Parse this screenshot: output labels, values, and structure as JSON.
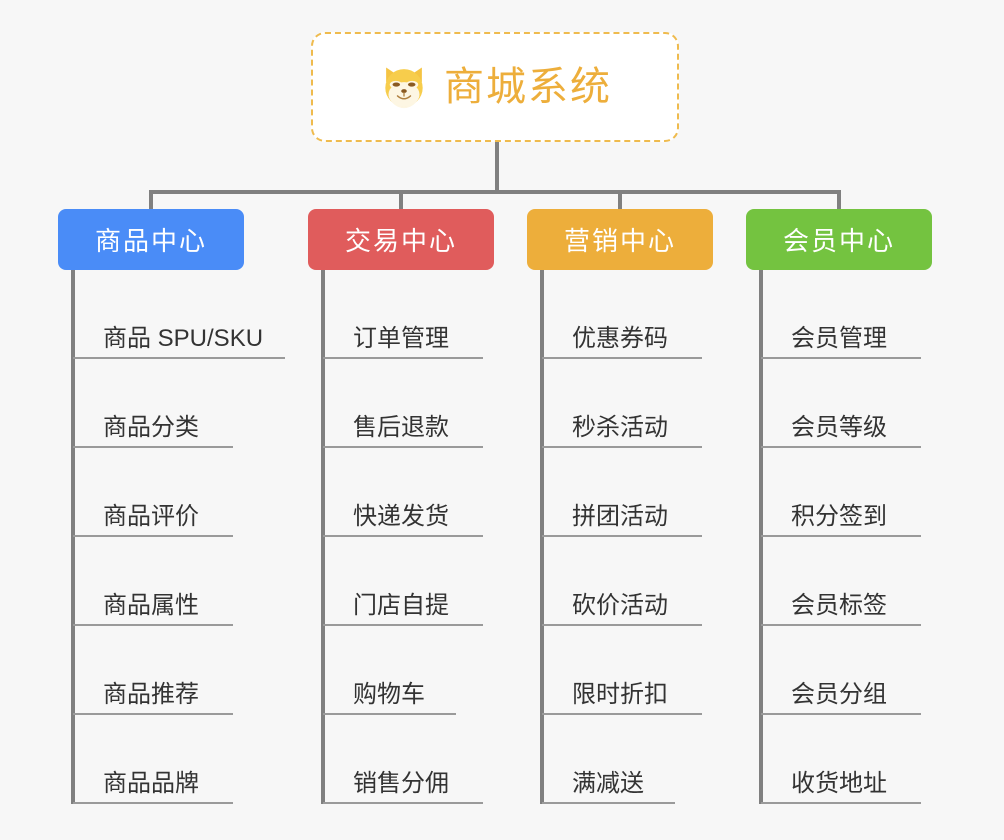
{
  "diagram": {
    "title": "商城系统",
    "type": "mindmap",
    "background_color": "#f7f7f7"
  },
  "root": {
    "label": "商城系统",
    "icon": "shiba-dog-icon",
    "text_color": "#edae3b",
    "border_color": "#efbb4e",
    "fill_color": "#ffffff"
  },
  "connector": {
    "color": "#808080"
  },
  "branches": [
    {
      "label": "商品中心",
      "color": "#4a8cf7",
      "items": [
        "商品 SPU/SKU",
        "商品分类",
        "商品评价",
        "商品属性",
        "商品推荐",
        "商品品牌"
      ]
    },
    {
      "label": "交易中心",
      "color": "#e05c5c",
      "items": [
        "订单管理",
        "售后退款",
        "快递发货",
        "门店自提",
        "购物车",
        "销售分佣"
      ]
    },
    {
      "label": "营销中心",
      "color": "#edae3b",
      "items": [
        "优惠券码",
        "秒杀活动",
        "拼团活动",
        "砍价活动",
        "限时折扣",
        "满减送"
      ]
    },
    {
      "label": "会员中心",
      "color": "#74c340",
      "items": [
        "会员管理",
        "会员等级",
        "积分签到",
        "会员标签",
        "会员分组",
        "收货地址"
      ]
    }
  ]
}
